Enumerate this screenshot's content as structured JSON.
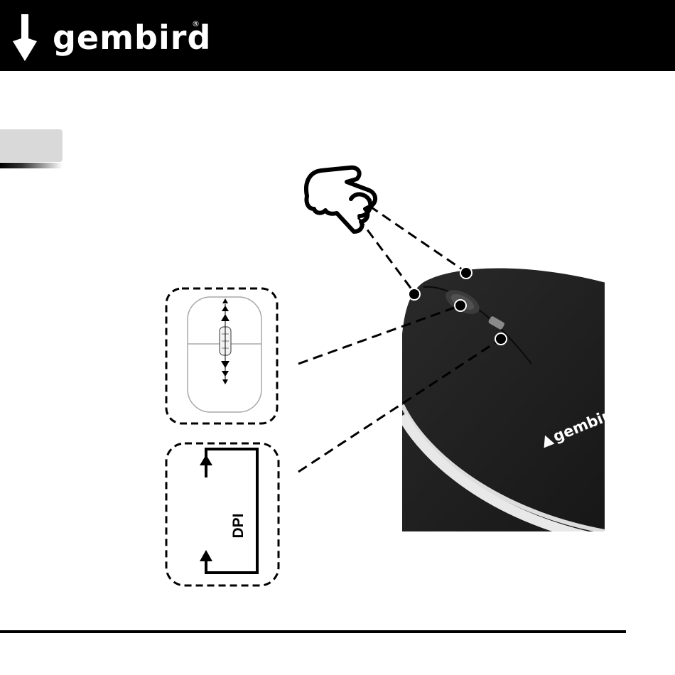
{
  "header": {
    "brand_name": "gembird",
    "registered_mark": "®",
    "background_color": "#000000",
    "text_color": "#ffffff"
  },
  "language_tab": {
    "label": "",
    "color": "#d9d9d9"
  },
  "figure": {
    "icons": [
      "pointing-hand-icon",
      "scroll-wheel-icon",
      "dpi-cycle-icon"
    ],
    "dpi_label": "DPI",
    "mouse_brand_text": "gembird",
    "mouse_body_color": "#1f1f1f",
    "mouse_trim_color": "#dddddd"
  }
}
